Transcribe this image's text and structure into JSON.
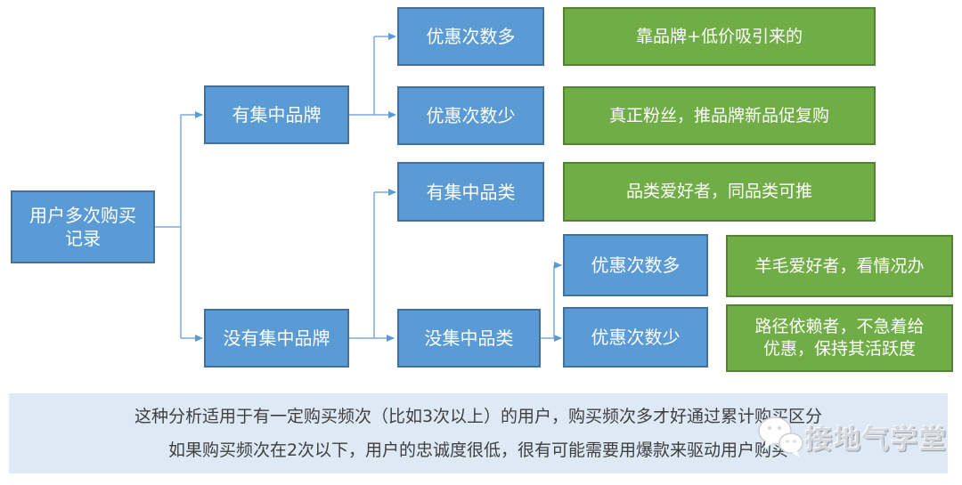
{
  "flowchart": {
    "boxes": {
      "root": "用户多次购买记录",
      "has_brand": "有集中品牌",
      "no_brand": "没有集中品牌",
      "discount_many_top": "优惠次数多",
      "discount_few_top": "优惠次数少",
      "has_category": "有集中品类",
      "no_category": "没集中品类",
      "discount_many_bottom": "优惠次数多",
      "discount_few_bottom": "优惠次数少"
    },
    "outcomes": {
      "brand_many": "靠品牌+低价吸引来的",
      "brand_few": "真正粉丝，推品牌新品促复购",
      "category": "品类爱好者，同品类可推",
      "deal_many": "羊毛爱好者，看情况办",
      "deal_few": "路径依赖者，不急着给优惠，保持其活跃度"
    }
  },
  "note": {
    "line1": "这种分析适用于有一定购买频次（比如3次以上）的用户，购买频次多才好通过累计购买区分",
    "line2": "如果购买频次在2次以下，用户的忠诚度很低，很有可能需要用爆款来驱动用户购买"
  },
  "watermark": {
    "label": "接地气学堂",
    "icon": "wechat-icon"
  },
  "colors": {
    "node_fill": "#5b9bd5",
    "node_border": "#41719c",
    "outcome_fill": "#70ad47",
    "outcome_border": "#548235",
    "connector": "#7fa8db",
    "note_bg": "#dee9f6",
    "note_text": "#3f3f3f"
  }
}
